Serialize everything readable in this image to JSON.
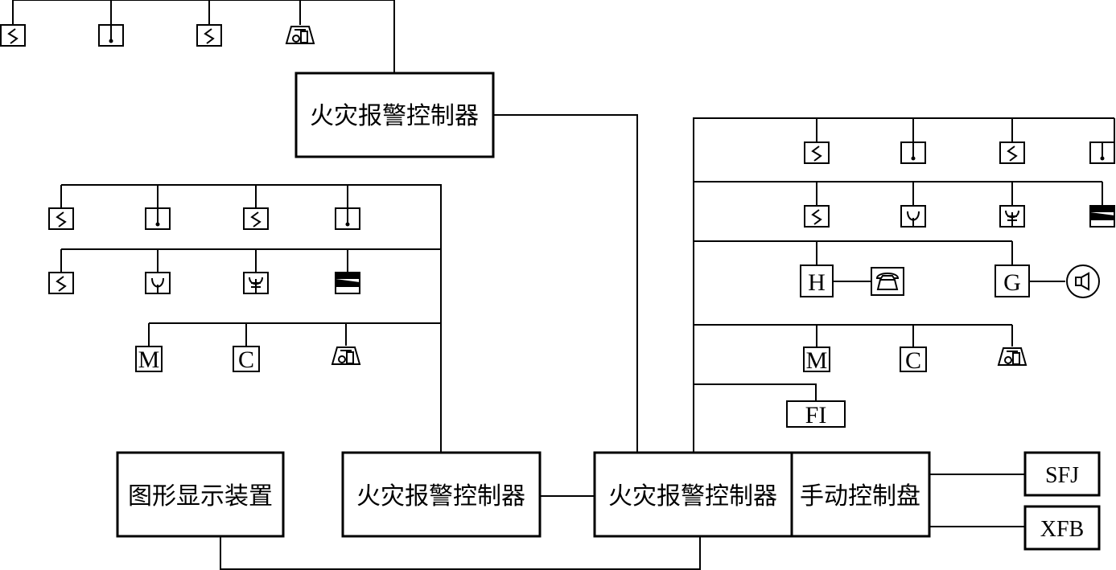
{
  "controllers": {
    "top": "火灾报警控制器",
    "left": "火灾报警控制器",
    "main": "火灾报警控制器"
  },
  "graphic_display": "图形显示装置",
  "manual_panel": "手动控制盘",
  "outputs": {
    "sfj": "SFJ",
    "xfb": "XFB"
  },
  "letter_devices": {
    "m": "M",
    "c": "C",
    "h": "H",
    "g": "G",
    "fi": "FI"
  },
  "icons": [
    "smoke-detector-icon",
    "heat-detector-icon",
    "flame-detector-icon",
    "infrared-beam-icon",
    "sprinkler-icon",
    "manual-call-point-icon",
    "telephone-icon",
    "loudspeaker-icon"
  ]
}
